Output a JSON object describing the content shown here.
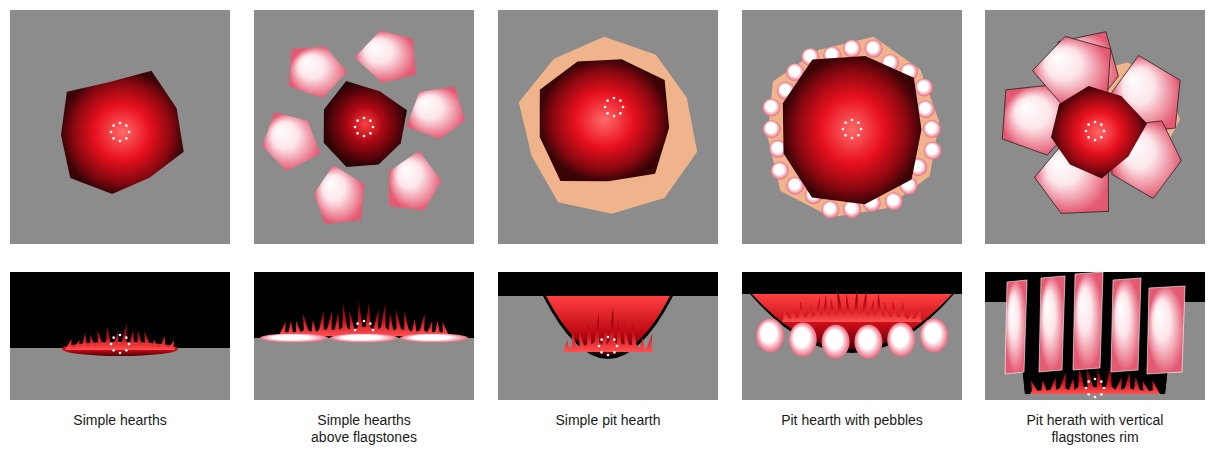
{
  "diagram": {
    "labels": [
      "Simple hearths",
      "Simple hearths above flagstones",
      "Simple pit hearth",
      "Pit hearth with pebbles",
      "Pit herath with vertical flagstones rim"
    ]
  }
}
